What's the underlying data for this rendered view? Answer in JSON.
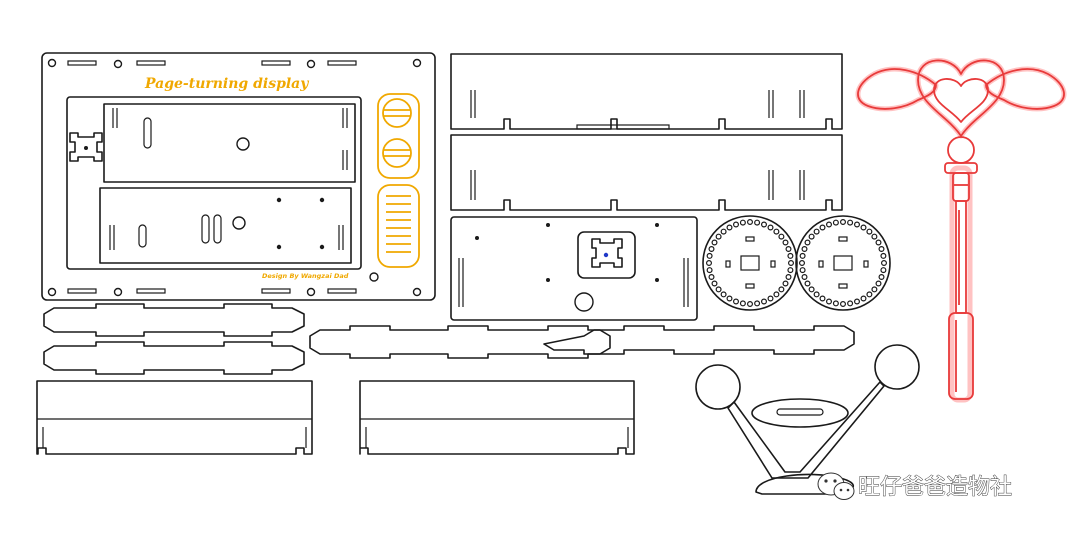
{
  "board": {
    "title": "Page-turning display",
    "credit": "Design By Wangzai Dad"
  },
  "watermark": {
    "text": "旺仔爸爸造物社",
    "icon": "wechat-icon"
  },
  "colors": {
    "line": "#1a1a1a",
    "accent": "#f0a800",
    "wand": "#e83a3a",
    "background": "#ffffff"
  }
}
